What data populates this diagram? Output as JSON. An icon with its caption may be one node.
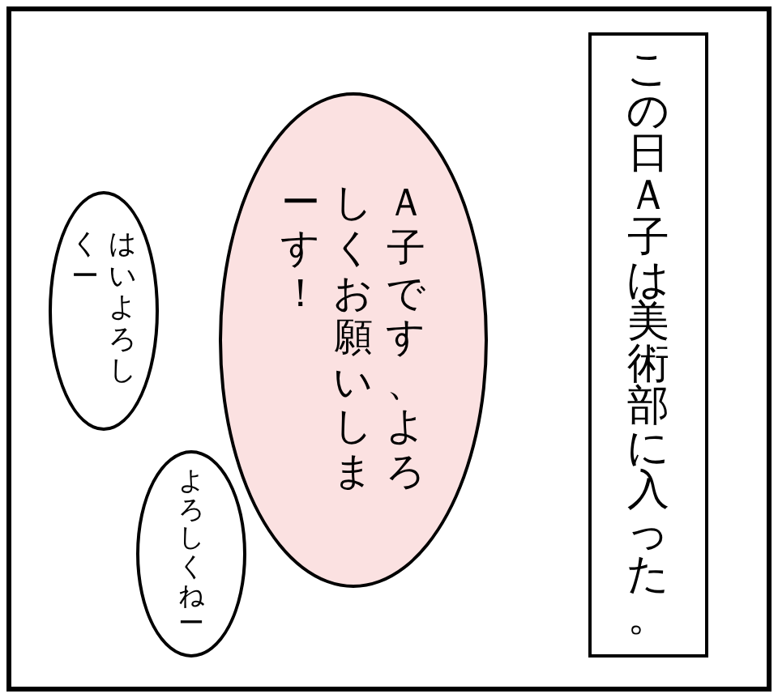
{
  "diagram": {
    "nodes": [
      {
        "text": [
          "この日Ａ子は美術部に入った。"
        ]
      },
      {
        "text": [
          "Ａ子です、よろしくお願いしまーす！"
        ]
      },
      {
        "text": [
          "はいよろしくー"
        ]
      },
      {
        "text": [
          "よろしくねー"
        ]
      }
    ]
  }
}
